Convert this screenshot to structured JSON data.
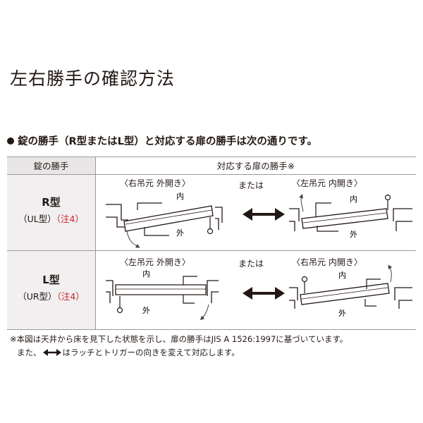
{
  "title": "左右勝手の確認方法",
  "intro": "錠の勝手（R型またはL型）と対応する扉の勝手は次の通りです。",
  "table": {
    "header_lock": "錠の勝手",
    "header_door": "対応する扉の勝手※",
    "rows": [
      {
        "lock": "R型",
        "sub": "（UL型）",
        "note": "（注4）",
        "left_label": "〈右吊元 外開き〉",
        "or": "または",
        "right_label": "〈左吊元 内開き〉"
      },
      {
        "lock": "L型",
        "sub": "（UR型）",
        "note": "（注4）",
        "left_label": "〈左吊元 外開き〉",
        "or": "または",
        "right_label": "〈右吊元 内開き〉"
      }
    ],
    "inside": "内",
    "outside": "外"
  },
  "footnotes": {
    "line1": "※本図は天井から床を見下した状態を示し、扉の勝手はJIS A 1526:1997に基づいています。",
    "line2_prefix": "また、",
    "line2_suffix": "はラッチとトリガーの向きを変えて対応します。"
  }
}
